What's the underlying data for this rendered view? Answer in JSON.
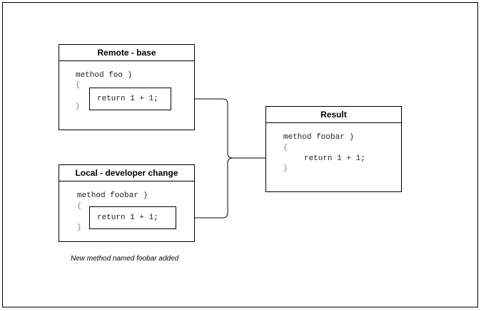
{
  "boxes": {
    "remote": {
      "title": "Remote - base",
      "signature": "method foo )",
      "open_brace": "{",
      "close_brace": "}",
      "body": "return 1 + 1;"
    },
    "local": {
      "title": "Local - developer change",
      "signature": "method foobar )",
      "open_brace": "{",
      "close_brace": "}",
      "body": "return 1 + 1;"
    },
    "result": {
      "title": "Result",
      "signature": "method foobar )",
      "open_brace": "{",
      "close_brace": "}",
      "body": "return 1 + 1;"
    }
  },
  "caption": "New method named foobar added"
}
